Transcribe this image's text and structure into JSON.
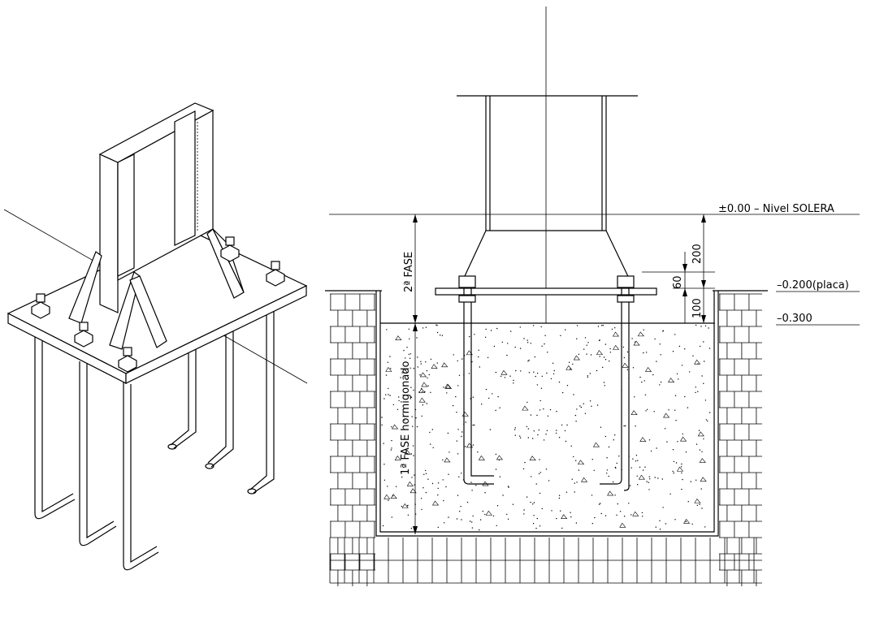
{
  "section": {
    "level_labels": {
      "ground": "±0.00 – Nivel SOLERA",
      "plate": "–0.200(placa)",
      "concrete": "–0.300"
    },
    "phase_labels": {
      "second": "2ª FASE",
      "first": "1ª FASE hormigonado"
    },
    "dimensions": {
      "d200": "200",
      "d60": "60",
      "d100": "100"
    }
  }
}
